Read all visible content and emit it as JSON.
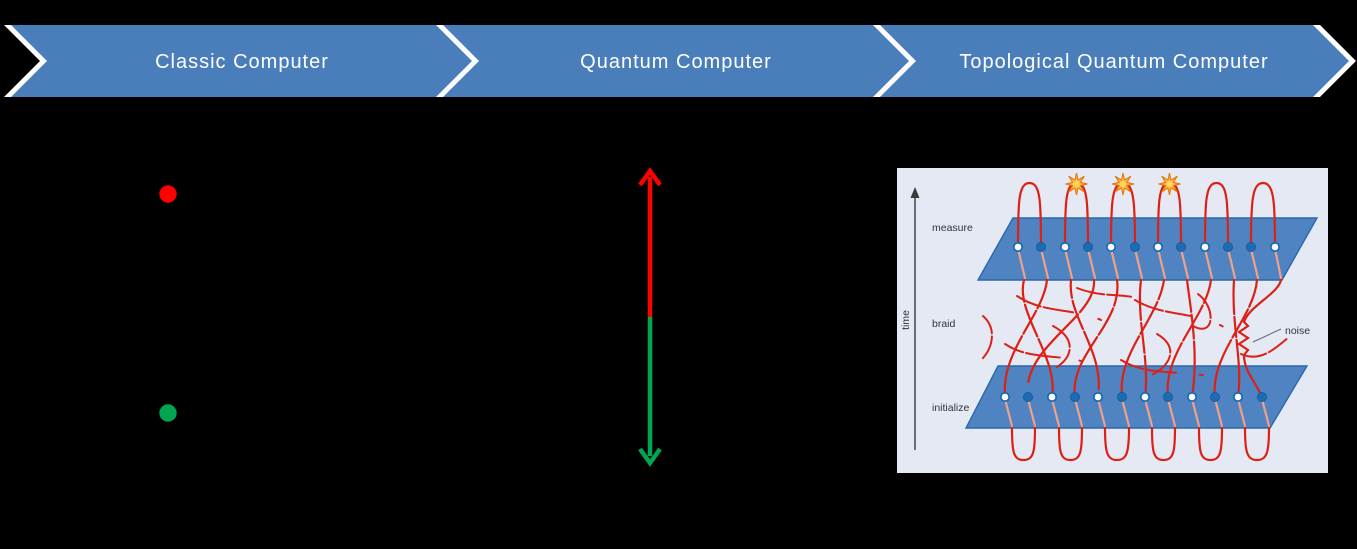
{
  "slide": {
    "background_color": "#000000"
  },
  "banner": {
    "fill_color": "#4A7EBB",
    "separator_color": "#FFFFFF",
    "text_color": "#FFFFFF",
    "steps": [
      {
        "label": "Classic Computer"
      },
      {
        "label": "Quantum Computer"
      },
      {
        "label": "Topological Quantum Computer"
      }
    ]
  },
  "classic_section": {
    "top_dot_color": "#FF0000",
    "bottom_dot_color": "#00A651"
  },
  "quantum_section": {
    "arrow_top_color": "#FF0000",
    "arrow_bottom_color": "#00A651"
  },
  "topological_section": {
    "panel_background": "#E4E9F4",
    "plane_fill": "#4F83C2",
    "plane_stroke": "#2B67AB",
    "strand_color": "#DD2016",
    "strand_through_plane_color": "#F0A287",
    "star_color": "#F7941D",
    "labels": {
      "time": "time",
      "measure": "measure",
      "braid": "braid",
      "initialize": "initialize",
      "noise": "noise"
    }
  }
}
